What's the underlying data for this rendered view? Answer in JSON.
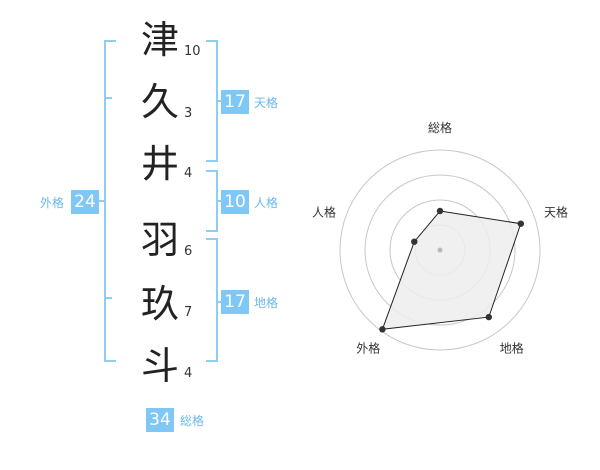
{
  "name_chars": [
    {
      "char": "津",
      "strokes": "10"
    },
    {
      "char": "久",
      "strokes": "3"
    },
    {
      "char": "井",
      "strokes": "4"
    },
    {
      "char": "羽",
      "strokes": "6"
    },
    {
      "char": "玖",
      "strokes": "7"
    },
    {
      "char": "斗",
      "strokes": "4"
    }
  ],
  "kakusu": {
    "tenkaku": {
      "label": "天格",
      "value": "17"
    },
    "jinkaku": {
      "label": "人格",
      "value": "10"
    },
    "chikaku": {
      "label": "地格",
      "value": "17"
    },
    "gaikaku": {
      "label": "外格",
      "value": "24"
    },
    "soukaku": {
      "label": "総格",
      "value": "34"
    }
  },
  "colors": {
    "accent": "#7fc8f6",
    "bracket": "#8fcdf3",
    "label": "#6ab8e8"
  },
  "chart_data": {
    "type": "radar",
    "axes": [
      "総格",
      "天格",
      "地格",
      "外格",
      "人格"
    ],
    "values": [
      0.39,
      0.85,
      0.83,
      0.98,
      0.27
    ],
    "max": 1,
    "rings": 4
  }
}
